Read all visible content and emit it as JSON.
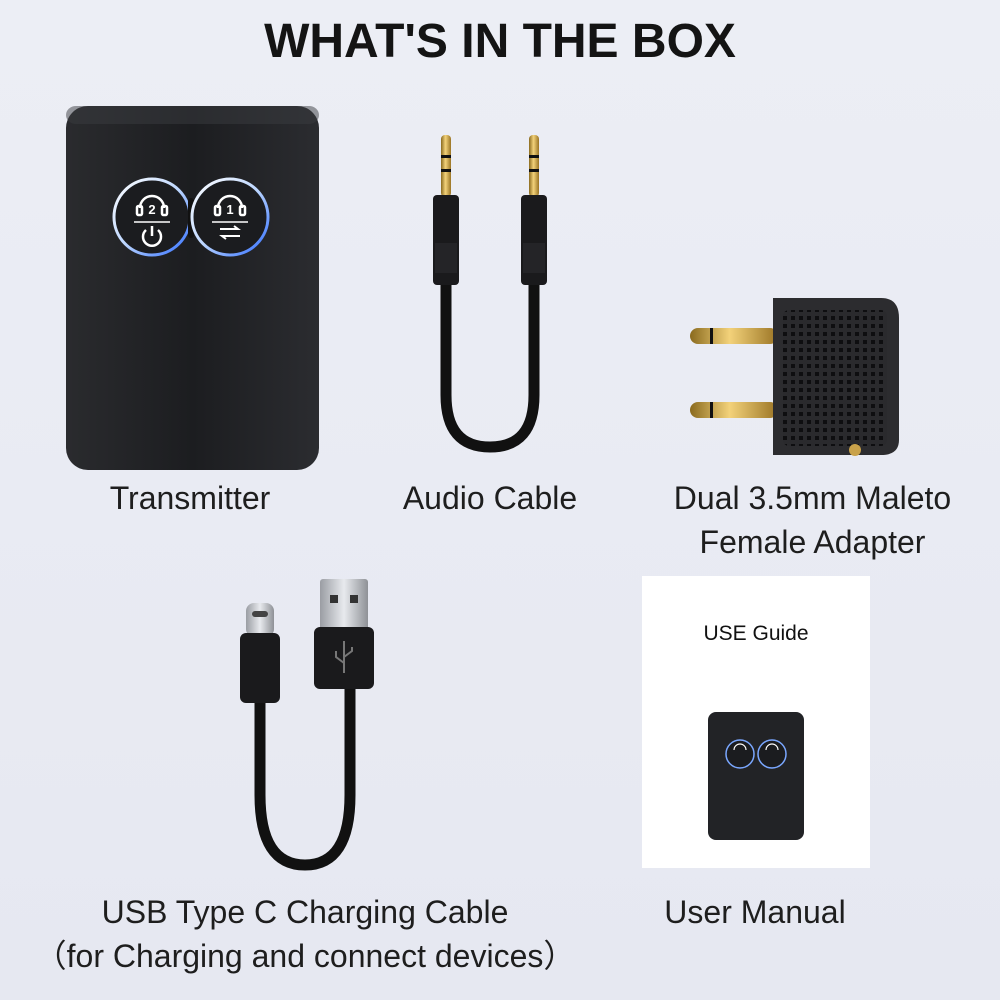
{
  "title": "WHAT'S IN THE BOX",
  "items": [
    {
      "label": "Transmitter"
    },
    {
      "label": "Audio Cable"
    },
    {
      "label_line1": "Dual 3.5mm Maleto",
      "label_line2": "Female Adapter"
    },
    {
      "label_line1": "USB Type C Charging Cable",
      "label_line2": "（for Charging and connect devices）"
    },
    {
      "label": "User Manual",
      "manual_title": "USE Guide"
    }
  ],
  "transmitter_buttons": {
    "left_number": "2",
    "right_number": "1"
  }
}
